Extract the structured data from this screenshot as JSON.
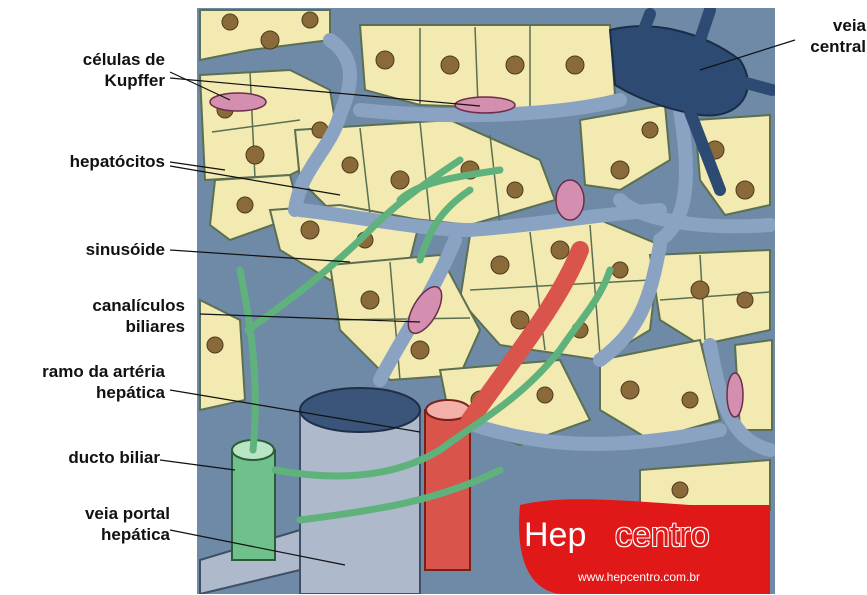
{
  "labels": {
    "kupffer": [
      "células de",
      "Kupffer"
    ],
    "central_vein": [
      "veia",
      "central"
    ],
    "hepatocytes": "hepatócitos",
    "sinusoid": "sinusóide",
    "canaliculi": [
      "canalículos",
      "biliares"
    ],
    "artery_branch": [
      "ramo da artéria",
      "hepática"
    ],
    "bile_duct": "ducto biliar",
    "portal_vein": [
      "veia portal",
      "hepática"
    ]
  },
  "logo": {
    "name_left": "Hep",
    "name_right": "centro",
    "url": "www.hepcentro.com.br"
  },
  "colors": {
    "background": "#6f8aa6",
    "hepatocyte": "#f2eab0",
    "nucleus": "#8b6a3a",
    "sinusoid": "#7f97b4",
    "central_vein": "#2d4a73",
    "bile": "#6fc08a",
    "artery": "#d9544a",
    "portal_vein": "#aeb9cc",
    "kupffer": "#d48fb0",
    "logo_red": "#e01818"
  }
}
